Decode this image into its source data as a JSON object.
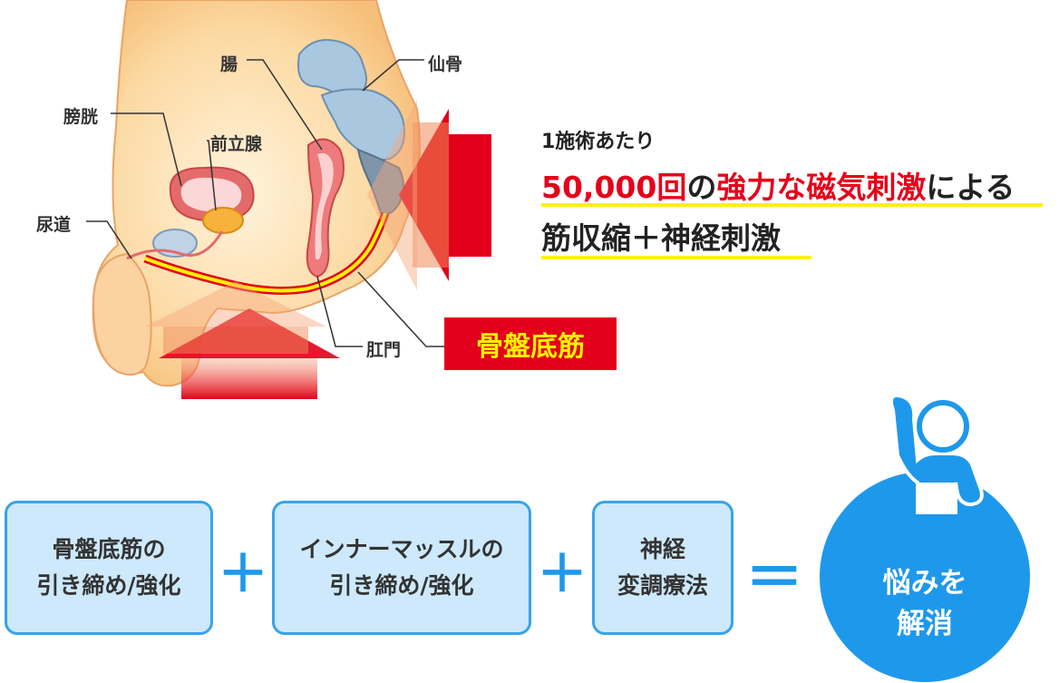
{
  "labels": {
    "intestine": "腸",
    "sacrum": "仙骨",
    "bladder": "膀胱",
    "prostate": "前立腺",
    "urethra": "尿道",
    "anus": "肛門",
    "pelvic_floor": "骨盤底筋"
  },
  "headline": {
    "line1": "1施術あたり",
    "line2_part1": "50,000回",
    "line2_part2": "の",
    "line2_part3": "強力な磁気刺激",
    "line2_part4": "による",
    "line3": "筋収縮＋神経刺激"
  },
  "equation": {
    "box1_line1": "骨盤底筋の",
    "box1_line2": "引き締め/強化",
    "plus1": "＋",
    "box2_line1": "インナーマッスルの",
    "box2_line2": "引き締め/強化",
    "plus2": "＋",
    "box3_line1": "神経",
    "box3_line2": "変調療法",
    "equals": "＝",
    "result_line1": "悩みを",
    "result_line2": "解消"
  },
  "colors": {
    "accent_red": "#e2001a",
    "highlight_yellow": "#fff200",
    "accent_blue": "#1e98eb",
    "box_fill": "#cde9fb"
  }
}
